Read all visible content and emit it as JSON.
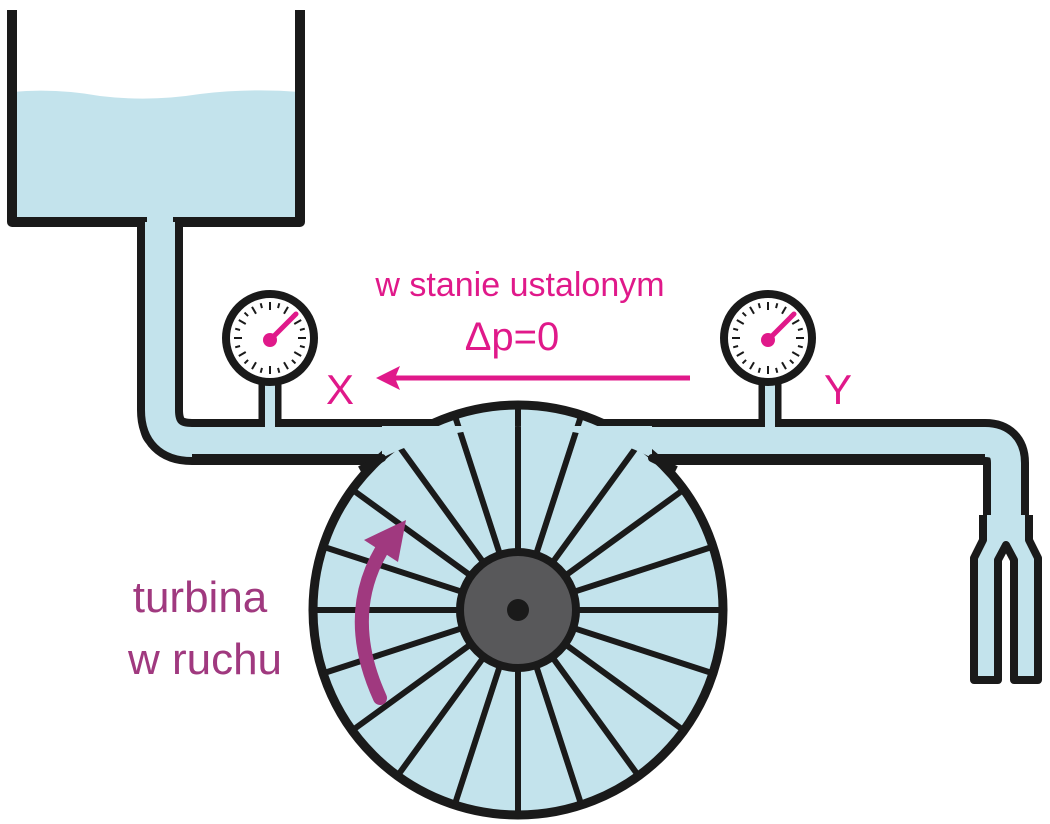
{
  "labels": {
    "state_line1": "w stanie ustalonym",
    "state_line2": "Δp=0",
    "gauge_x": "X",
    "gauge_y": "Y",
    "turbine_line1": "turbina",
    "turbine_line2": "w ruchu"
  },
  "colors": {
    "water": "#c3e3ec",
    "outline": "#1a1a1a",
    "hub": "#58585a",
    "accent_magenta": "#e0198a",
    "accent_purple": "#a0397f"
  },
  "turbine": {
    "blade_count": 20
  },
  "gauges": {
    "tick_count": 24
  }
}
